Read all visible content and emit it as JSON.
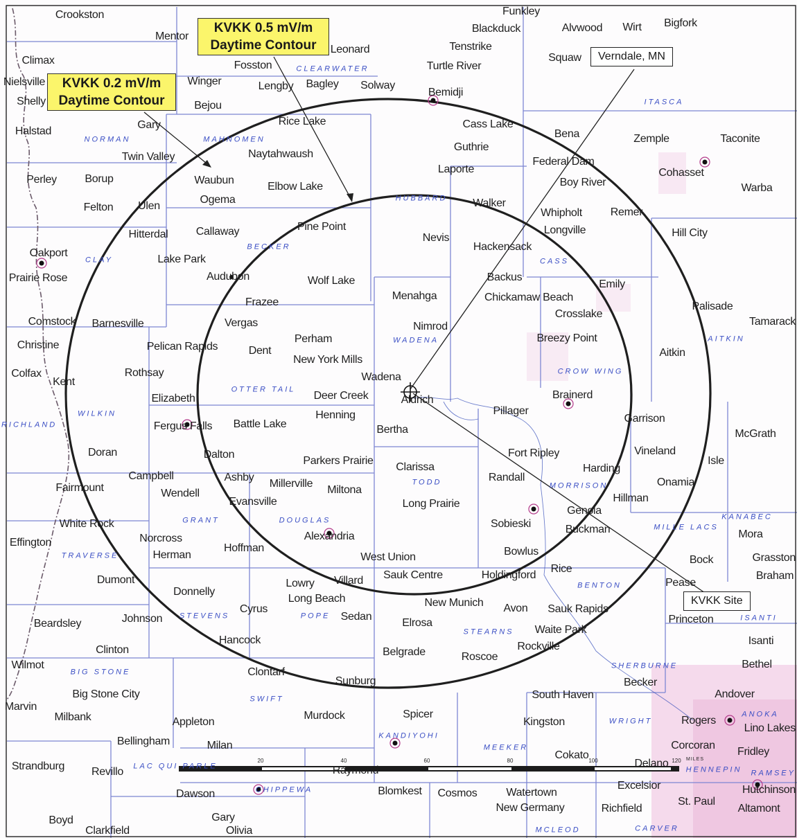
{
  "callouts": {
    "contour_05": [
      "KVKK 0.5 mV/m",
      "Daytime Contour"
    ],
    "contour_02": [
      "KVKK 0.2 mV/m",
      "Daytime Contour"
    ]
  },
  "labels": {
    "verndale": "Verndale, MN",
    "kvkk_site": "KVKK Site"
  },
  "scale": {
    "ticks": [
      "20",
      "40",
      "60",
      "80",
      "100",
      "120"
    ],
    "unit": "MILES"
  },
  "colors": {
    "county_label": "#3a4ec4",
    "county_line": "#7d86d3",
    "state_line": "#6b5a6a",
    "contour": "#1f1f1f",
    "callout_fill": "#fbf56b",
    "metro_tint": "#f2cfe6"
  },
  "places": [
    "Crookston",
    "Mentor",
    "Climax",
    "Nielsville",
    "Shelly",
    "Halstad",
    "Perley",
    "Winger",
    "Bejou",
    "Fosston",
    "Leonard",
    "Lengby",
    "Bagley",
    "Solway",
    "Gary",
    "Twin Valley",
    "Borup",
    "Felton",
    "Ulen",
    "Hitterdal",
    "Oakport",
    "Prairie Rose",
    "Comstock",
    "Barnesville",
    "Christine",
    "Colfax",
    "Kent",
    "Doran",
    "Fairmount",
    "Campbell",
    "Wendell",
    "Dalton",
    "Ashby",
    "Funkley",
    "Blackduck",
    "Alvwood",
    "Wirt",
    "Bigfork",
    "Tenstrike",
    "Squaw",
    "Turtle River",
    "Bemidji",
    "Cass Lake",
    "Bena",
    "Zemple",
    "Taconite",
    "Guthrie",
    "Laporte",
    "Federal Dam",
    "Cohasset",
    "Warba",
    "Boy River",
    "Walker",
    "Whipholt",
    "Longville",
    "Remer",
    "Hill City",
    "Nevis",
    "Hackensack",
    "Backus",
    "Emily",
    "Palisade",
    "Menahga",
    "Chickamaw Beach",
    "Crosslake",
    "Tamarack",
    "Breezy Point",
    "Aitkin",
    "Nimrod",
    "Rice Lake",
    "Naytahwaush",
    "Waubun",
    "Elbow Lake",
    "Ogema",
    "Pine Point",
    "Callaway",
    "Lake Park",
    "Audubon",
    "Wolf Lake",
    "Frazee",
    "Vergas",
    "Perham",
    "Dent",
    "Pelican Rapids",
    "New York Mills",
    "Rothsay",
    "Wadena",
    "Elizabeth",
    "Deer Creek",
    "Aldrich",
    "Fergus Falls",
    "Battle Lake",
    "Henning",
    "Bertha",
    "Pillager",
    "Brainerd",
    "Garrison",
    "McGrath",
    "Fort Ripley",
    "Vineland",
    "Parkers Prairie",
    "Clarissa",
    "Harding",
    "Isle",
    "Millerville",
    "Miltona",
    "Randall",
    "Onamia",
    "Evansville",
    "Long Prairie",
    "Hillman",
    "Genola",
    "Sobieski",
    "Buckman",
    "Mora",
    "Alexandria",
    "Norcross",
    "Herman",
    "Hoffman",
    "West Union",
    "Bowlus",
    "Rice",
    "Bock",
    "Grasston",
    "Braham",
    "White Rock",
    "Effington",
    "Dumont",
    "Donnelly",
    "Lowry",
    "Villard",
    "Sauk Centre",
    "Holdingford",
    "Pease",
    "Long Beach",
    "Cyrus",
    "New Munich",
    "Avon",
    "Sauk Rapids",
    "Princeton",
    "Beardsley",
    "Johnson",
    "Sedan",
    "Elrosa",
    "Waite Park",
    "Isanti",
    "Hancock",
    "Clinton",
    "Rockville",
    "Belgrade",
    "Roscoe",
    "Wilmot",
    "Clontarf",
    "Bethel",
    "Sunburg",
    "Becker",
    "Big Stone City",
    "South Haven",
    "Andover",
    "Marvin",
    "Milbank",
    "Appleton",
    "Murdock",
    "Spicer",
    "Kingston",
    "Rogers",
    "Lino Lakes",
    "Bellingham",
    "Milan",
    "Corcoran",
    "Fridley",
    "Strandburg",
    "Revillo",
    "Cokato",
    "Delano",
    "Raymond",
    "Dawson",
    "Blomkest",
    "Cosmos",
    "Watertown",
    "Excelsior",
    "St. Paul",
    "Hutchinson",
    "New Germany",
    "Richfield",
    "Altamont",
    "Boyd",
    "Gary",
    "Clarkfield",
    "Olivia"
  ],
  "counties": [
    "CLEARWATER",
    "NORMAN",
    "MAHNOMEN",
    "CLAY",
    "BECKER",
    "HUBBARD",
    "ITASCA",
    "CASS",
    "WADENA",
    "AITKIN",
    "CROW WING",
    "OTTER TAIL",
    "WILKIN",
    "TODD",
    "MORRISON",
    "GRANT",
    "DOUGLAS",
    "TRAVERSE",
    "KANABEC",
    "MILLE LACS",
    "BENTON",
    "STEVENS",
    "POPE",
    "STEARNS",
    "ISANTI",
    "BIG STONE",
    "SHERBURNE",
    "SWIFT",
    "KANDIYOHI",
    "WRIGHT",
    "ANOKA",
    "MEEKER",
    "HENNEPIN",
    "RAMSEY",
    "CHIPPEWA",
    "LAC QUI PARLE",
    "MCLEOD",
    "CARVER",
    "RICHLAND"
  ]
}
